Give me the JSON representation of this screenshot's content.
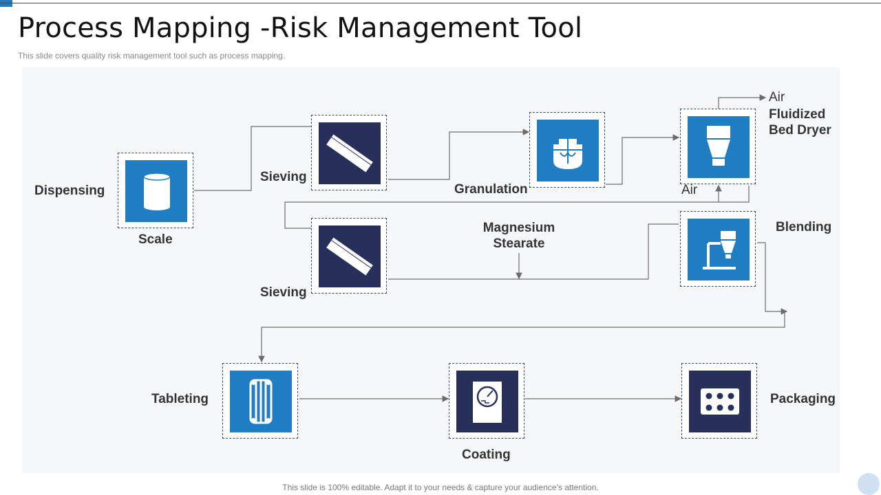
{
  "slide": {
    "title": "Process Mapping -Risk Management Tool",
    "subtitle": "This slide covers quality risk management tool such as process mapping.",
    "footer": "This slide is 100% editable. Adapt it to your needs & capture your audience’s attention."
  },
  "steps": {
    "dispensing": "Dispensing",
    "scale": "Scale",
    "sieving_1": "Sieving",
    "granulation": "Granulation",
    "fluidized_bed_dryer_line1": "Fluidized",
    "fluidized_bed_dryer_line2": "Bed Dryer",
    "air_out": "Air",
    "air_in": "Air",
    "sieving_2": "Sieving",
    "magnesium_stearate_line1": "Magnesium",
    "magnesium_stearate_line2": "Stearate",
    "blending": "Blending",
    "tableting": "Tableting",
    "coating": "Coating",
    "packaging": "Packaging"
  },
  "icons": {
    "scale": "cylinder-icon",
    "sieving_1": "sieve-icon",
    "granulation": "granulator-icon",
    "dryer": "hopper-icon",
    "sieving_2": "sieve-icon",
    "blending": "blender-icon",
    "tableting": "tablet-press-icon",
    "coating": "coating-pan-icon",
    "packaging": "blister-pack-icon"
  },
  "colors": {
    "navy": "#27305a",
    "blue": "#1f7dc4",
    "line": "#6b6b6b"
  }
}
